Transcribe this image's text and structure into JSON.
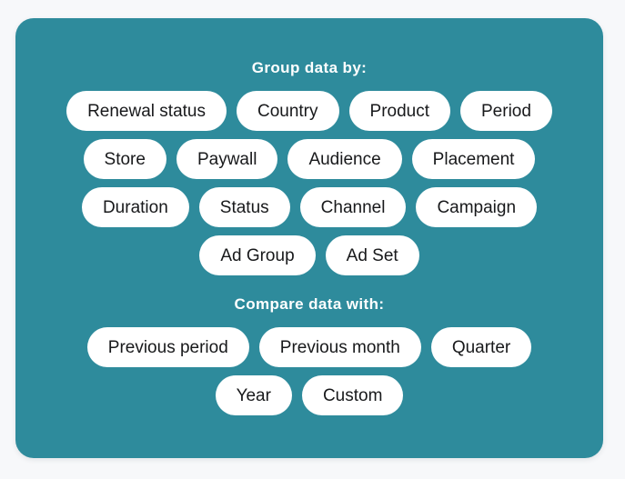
{
  "colors": {
    "page_background": "#F7F8FA",
    "panel_background": "#2E8B9C",
    "pill_background": "#FFFFFF",
    "pill_text": "#18191B",
    "title_text": "#FFFFFF"
  },
  "sections": [
    {
      "id": "group-by",
      "title": "Group data by:",
      "rows": [
        [
          "Renewal status",
          "Country",
          "Product",
          "Period"
        ],
        [
          "Store",
          "Paywall",
          "Audience",
          "Placement"
        ],
        [
          "Duration",
          "Status",
          "Channel",
          "Campaign"
        ],
        [
          "Ad Group",
          "Ad Set"
        ]
      ]
    },
    {
      "id": "compare-with",
      "title": "Compare data with:",
      "rows": [
        [
          "Previous period",
          "Previous month",
          "Quarter"
        ],
        [
          "Year",
          "Custom"
        ]
      ]
    }
  ]
}
